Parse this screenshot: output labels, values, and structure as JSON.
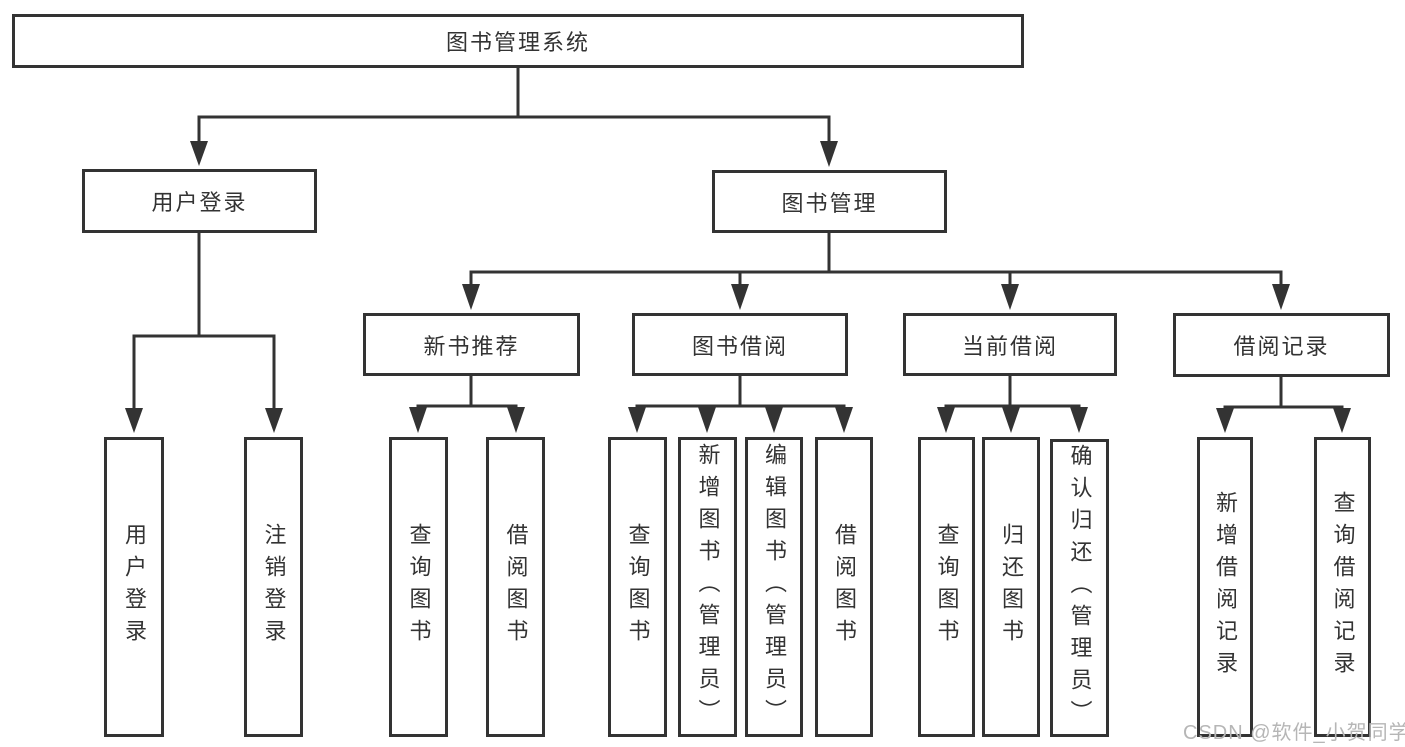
{
  "tree": {
    "label": "图书管理系统",
    "children": [
      {
        "label": "用户登录",
        "children": [
          {
            "label": "用户登录"
          },
          {
            "label": "注销登录"
          }
        ]
      },
      {
        "label": "图书管理",
        "children": [
          {
            "label": "新书推荐",
            "children": [
              {
                "label": "查询图书"
              },
              {
                "label": "借阅图书"
              }
            ]
          },
          {
            "label": "图书借阅",
            "children": [
              {
                "label": "查询图书"
              },
              {
                "label": "新增图书（管理员）"
              },
              {
                "label": "编辑图书（管理员）"
              },
              {
                "label": "借阅图书"
              }
            ]
          },
          {
            "label": "当前借阅",
            "children": [
              {
                "label": "查询图书"
              },
              {
                "label": "归还图书"
              },
              {
                "label": "确认归还（管理员）"
              }
            ]
          },
          {
            "label": "借阅记录",
            "children": [
              {
                "label": "新增借阅记录"
              },
              {
                "label": "查询借阅记录"
              }
            ]
          }
        ]
      }
    ]
  },
  "watermark": {
    "text": "CSDN @软件_小贺同学"
  },
  "colors": {
    "line": "#333333",
    "text": "#333333",
    "box_background": "#ffffff",
    "page_background": "#ffffff",
    "watermark": "#b6b6b6"
  }
}
